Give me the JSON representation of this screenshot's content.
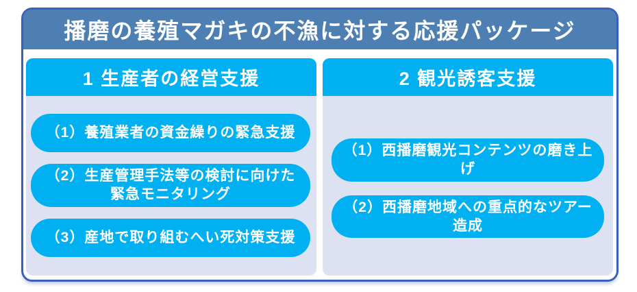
{
  "title": "播磨の養殖マガキの不漁に対する応援パッケージ",
  "columns": [
    {
      "header": "1 生産者の経営支援",
      "items": [
        {
          "text": "（1）養殖業者の資金繰りの緊急支援"
        },
        {
          "text": "（2）生産管理手法等の検討に向けた\n緊急モニタリング"
        },
        {
          "text": "（3）産地で取り組むへい死対策支援"
        }
      ]
    },
    {
      "header": "2 観光誘客支援",
      "items": [
        {
          "text": "（1）西播磨観光コンテンツの磨き上げ"
        },
        {
          "text": "（2）西播磨地域への重点的なツアー造成"
        }
      ]
    }
  ],
  "colors": {
    "border": "#3a60bd",
    "header_bg": "#4d7fb3",
    "accent": "#00b0f0",
    "panel_bg": "#dce2f2",
    "text": "#ffffff"
  }
}
